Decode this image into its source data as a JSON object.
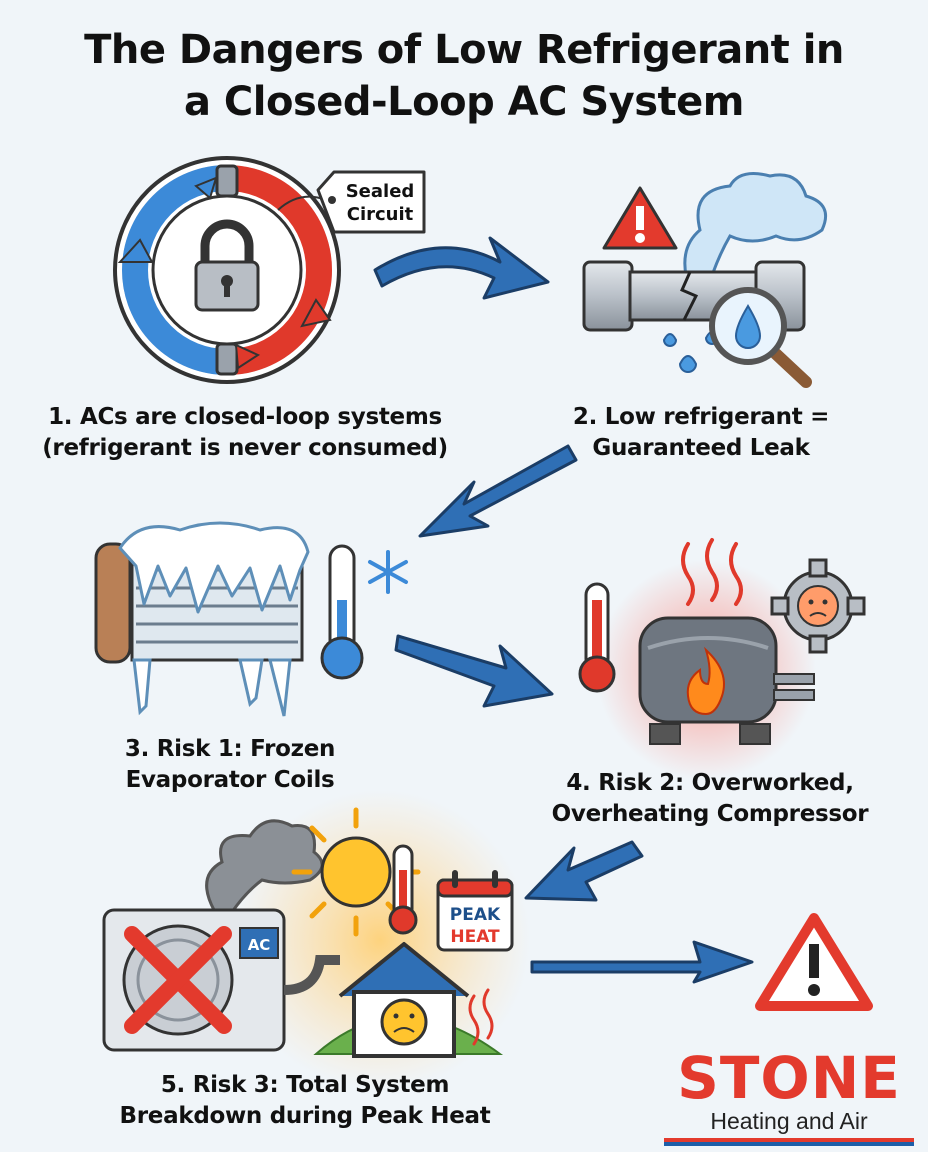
{
  "title": {
    "line1": "The Dangers of Low Refrigerant in",
    "line2": "a Closed-Loop AC System"
  },
  "steps": [
    {
      "line1": "1. ACs are closed-loop systems",
      "line2": "(refrigerant is never consumed)"
    },
    {
      "line1": "2. Low refrigerant =",
      "line2": "Guaranteed Leak"
    },
    {
      "line1": "3. Risk 1: Frozen",
      "line2": "Evaporator Coils"
    },
    {
      "line1": "4. Risk 2: Overworked,",
      "line2": "Overheating Compressor"
    },
    {
      "line1": "5. Risk 3: Total System",
      "line2": "Breakdown during Peak Heat"
    }
  ],
  "labels": {
    "sealed_line1": "Sealed",
    "sealed_line2": "Circuit",
    "ac_unit": "AC",
    "calendar_line1": "PEAK",
    "calendar_line2": "HEAT"
  },
  "logo": {
    "brand": "STONE",
    "tagline": "Heating and Air"
  },
  "colors": {
    "background": "#f0f5f9",
    "arrow_blue": "#2f6fb5",
    "cold_blue": "#3c8ad8",
    "hot_red": "#e0392b",
    "warning_red": "#e33a2d"
  },
  "icons": [
    "lock-icon",
    "warning-icon",
    "magnifier-icon",
    "snowflake-icon",
    "thermometer-icon",
    "gear-icon",
    "sun-icon",
    "calendar-icon",
    "house-icon",
    "flame-icon"
  ]
}
